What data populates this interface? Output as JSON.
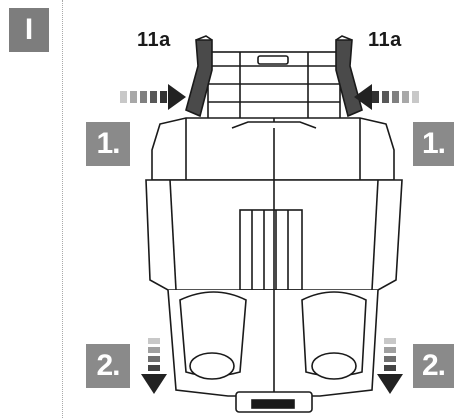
{
  "section": {
    "label": "I"
  },
  "callouts": {
    "left": "11a",
    "right": "11a"
  },
  "steps": {
    "step1": "1.",
    "step2": "2."
  },
  "colors": {
    "badge": "#8a8a8a",
    "line": "#1a1a1a",
    "arrow": "#222222"
  }
}
